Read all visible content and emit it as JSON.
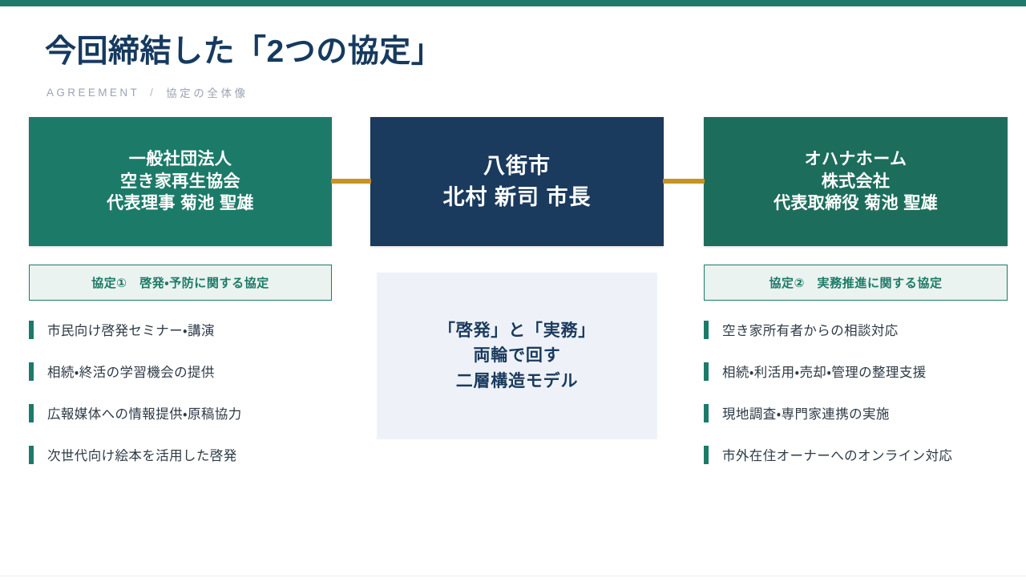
{
  "header": {
    "title": "今回締結した「2つの協定」",
    "subtitle_en": "AGREEMENT",
    "subtitle_sep": "/",
    "subtitle_ja": "協定の全体像"
  },
  "colors": {
    "top_bar": "#1f7a68",
    "teal": "#1c7a68",
    "teal_dark": "#1d6d5c",
    "navy": "#1a3a5e",
    "gold": "#c8941f",
    "badge_bg": "#eaf3ef",
    "concept_bg": "#eef2f8",
    "body_text": "#2e3a46",
    "subtitle_text": "#9aa4b4"
  },
  "parties": {
    "left": {
      "lines": [
        "一般社団法人",
        "空き家再生協会",
        "代表理事 菊池 聖雄"
      ]
    },
    "center": {
      "lines": [
        "八街市",
        "北村 新司 市長"
      ]
    },
    "right": {
      "lines": [
        "オハナホーム",
        "株式会社",
        "代表取締役 菊池 聖雄"
      ]
    }
  },
  "agreements": {
    "left": {
      "badge": "協定①　啓発・予防に関する協定",
      "items": [
        "市民向け啓発セミナー・講演",
        "相続・終活の学習機会の提供",
        "広報媒体への情報提供・原稿協力",
        "次世代向け絵本を活用した啓発"
      ]
    },
    "right": {
      "badge": "協定②　実務推進に関する協定",
      "items": [
        "空き家所有者からの相談対応",
        "相続・利活用・売却・管理の整理支援",
        "現地調査・専門家連携の実施",
        "市外在住オーナーへのオンライン対応"
      ]
    }
  },
  "concept": {
    "lines": [
      "「啓発」と「実務」",
      "両輪で回す",
      "二層構造モデル"
    ]
  }
}
